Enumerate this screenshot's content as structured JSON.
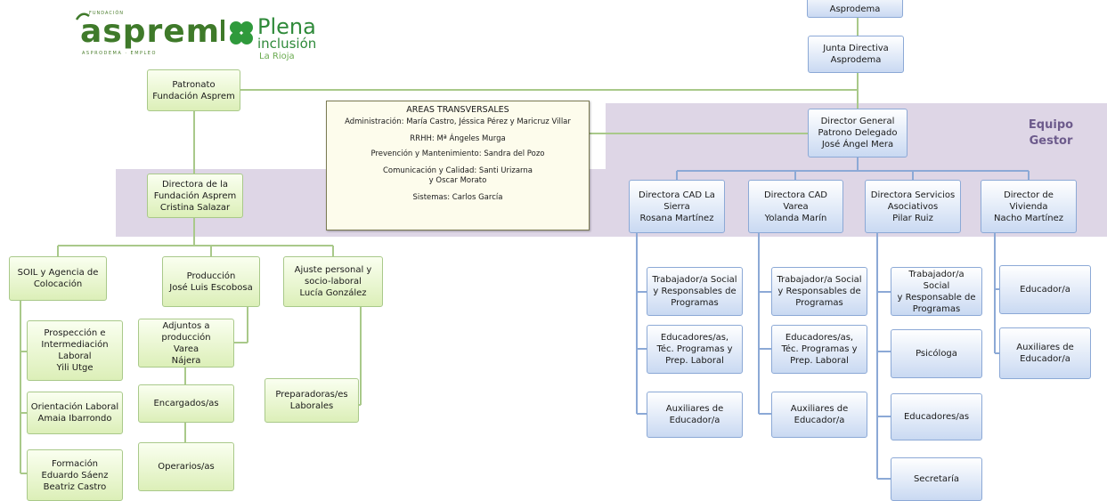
{
  "logo": {
    "small_text": "FUNDACIÓN",
    "brand": "asprem",
    "sub": "ASPRODEMA · EMPLEO",
    "plena": "Plena",
    "inclusion": "inclusión",
    "region": "La Rioja"
  },
  "colors": {
    "band": "#ded6e6",
    "green_line": "#a9c98a",
    "blue_line": "#8ca9d6",
    "equipo": "#6d5b8c"
  },
  "equipo_gestor": {
    "l1": "Equipo",
    "l2": "Gestor"
  },
  "nodes": {
    "asamblea": [
      "Asprodema"
    ],
    "junta": [
      "Junta Directiva",
      "Asprodema"
    ],
    "patronato": [
      "Patronato",
      "Fundación Asprem"
    ],
    "director_general": [
      "Director General",
      "Patrono Delegado",
      "José Ángel Mera"
    ],
    "directora_fundacion": [
      "Directora de la",
      "Fundación Asprem",
      "Cristina Salazar"
    ],
    "cad_sierra": [
      "Directora CAD La",
      "Sierra",
      "Rosana Martínez"
    ],
    "cad_varea": [
      "Directora CAD",
      "Varea",
      "Yolanda Marín"
    ],
    "servicios": [
      "Directora Servicios",
      "Asociativos",
      "Pilar Ruiz"
    ],
    "vivienda": [
      "Director de",
      "Vivienda",
      "Nacho Martínez"
    ],
    "soil": [
      "SOIL y Agencia de",
      "Colocación"
    ],
    "produccion": [
      "Producción",
      "José Luis Escobosa"
    ],
    "ajuste": [
      "Ajuste personal y",
      "socio-laboral",
      "Lucía González"
    ],
    "prospeccion": [
      "Prospección e",
      "Intermediación",
      "Laboral",
      "Yili Utge"
    ],
    "orientacion": [
      "Orientación Laboral",
      "Amaia Ibarrondo"
    ],
    "formacion": [
      "Formación",
      "Eduardo Sáenz",
      "Beatriz Castro"
    ],
    "adjuntos": [
      "Adjuntos a",
      "producción",
      "Varea",
      "Nájera"
    ],
    "encargados": [
      "Encargados/as"
    ],
    "operarios": [
      "Operarios/as"
    ],
    "preparadoras": [
      "Preparadoras/es",
      "Laborales"
    ],
    "sierra_ts": [
      "Trabajador/a Social",
      "y  Responsables de",
      "Programas"
    ],
    "sierra_edu": [
      "Educadores/as,",
      "Téc. Programas y",
      "Prep. Laboral"
    ],
    "sierra_aux": [
      "Auxiliares de",
      "Educador/a"
    ],
    "varea_ts": [
      "Trabajador/a Social",
      "y  Responsables de",
      "Programas"
    ],
    "varea_edu": [
      "Educadores/as,",
      "Téc. Programas y",
      "Prep. Laboral"
    ],
    "varea_aux": [
      "Auxiliares de",
      "Educador/a"
    ],
    "serv_ts": [
      "Trabajador/a Social",
      "y  Responsable de",
      "Programas"
    ],
    "serv_psico": [
      "Psicóloga"
    ],
    "serv_edu": [
      "Educadores/as"
    ],
    "serv_sec": [
      "Secretaría"
    ],
    "viv_edu": [
      "Educador/a"
    ],
    "viv_aux": [
      "Auxiliares de",
      "Educador/a"
    ]
  },
  "areas": {
    "title": "AREAS TRANSVERSALES",
    "admin": "Administración: María  Castro, Jéssica Pérez  y Maricruz Villar",
    "rrhh": "RRHH: Mª Ángeles Murga",
    "prevencion": "Prevención y Mantenimiento:  Sandra del Pozo",
    "comunicacion_1": "Comunicación y Calidad: Santi Urizarna",
    "comunicacion_2": "y Oscar Morato",
    "sistemas": "Sistemas: Carlos García"
  }
}
